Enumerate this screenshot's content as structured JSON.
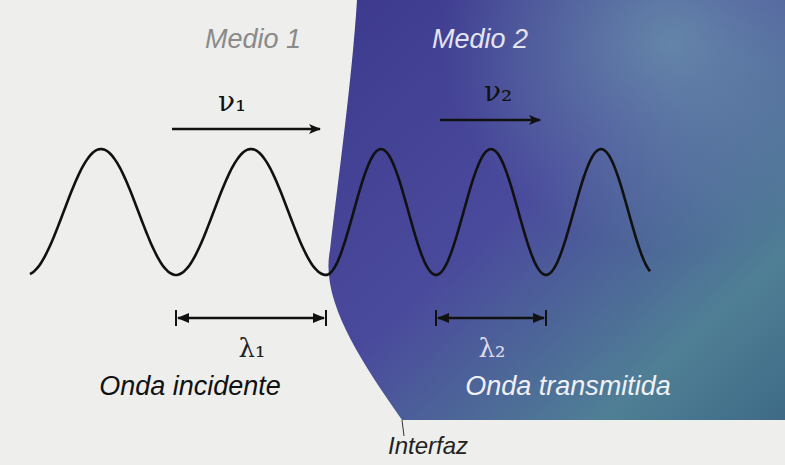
{
  "diagram": {
    "labels": [
      "Medio 1",
      "Medio 2",
      "ν₁",
      "ν₂",
      "λ₁",
      "λ₂",
      "Onda incidente",
      "Onda transmitida",
      "Interfaz"
    ]
  }
}
